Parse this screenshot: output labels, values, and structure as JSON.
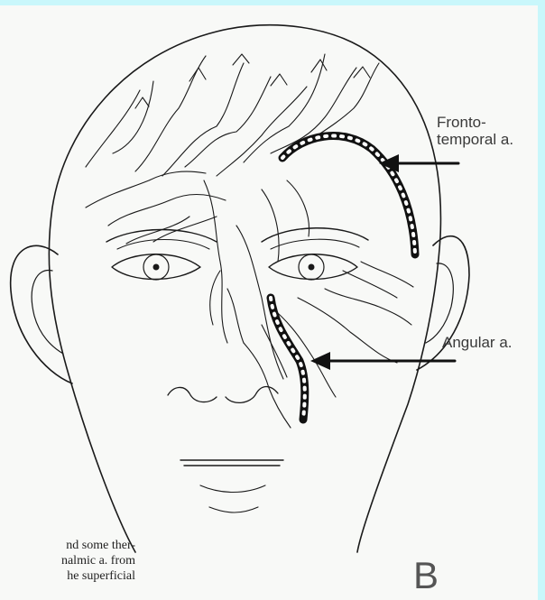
{
  "figure": {
    "panel_letter": "B",
    "labels": {
      "frontotemporal": [
        "Fronto-",
        "temporal a."
      ],
      "angular": "Angular a."
    },
    "caption_fragment": [
      "nd some ther-",
      "nalmic a. from",
      "he superficial"
    ]
  },
  "colors": {
    "background_edge": "#c9f7fb",
    "plate": "#f8f9f7",
    "line": "#1a1a1a"
  }
}
